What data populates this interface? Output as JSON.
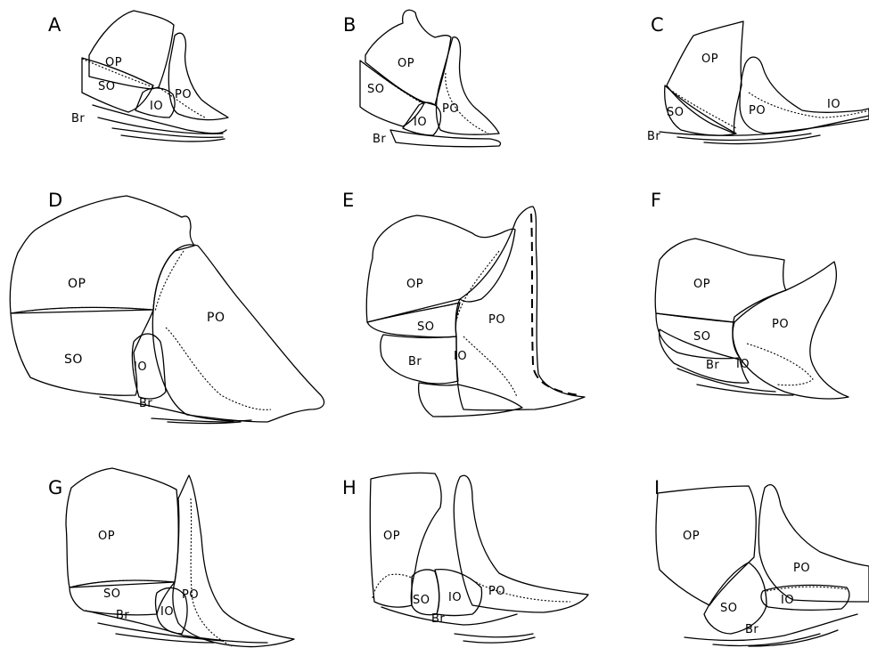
{
  "panels": [
    {
      "letter": "A",
      "labels": {
        "op": "OP",
        "so": "SO",
        "po": "PO",
        "io": "IO",
        "br": "Br"
      }
    },
    {
      "letter": "B",
      "labels": {
        "op": "OP",
        "so": "SO",
        "po": "PO",
        "io": "IO",
        "br": "Br"
      }
    },
    {
      "letter": "C",
      "labels": {
        "op": "OP",
        "so": "SO",
        "po": "PO",
        "io": "IO",
        "br": "Br"
      }
    },
    {
      "letter": "D",
      "labels": {
        "op": "OP",
        "so": "SO",
        "po": "PO",
        "io": "IO",
        "br": "Br"
      }
    },
    {
      "letter": "E",
      "labels": {
        "op": "OP",
        "so": "SO",
        "po": "PO",
        "io": "IO",
        "br": "Br"
      }
    },
    {
      "letter": "F",
      "labels": {
        "op": "OP",
        "so": "SO",
        "po": "PO",
        "io": "IO",
        "br": "Br"
      }
    },
    {
      "letter": "G",
      "labels": {
        "op": "OP",
        "so": "SO",
        "po": "PO",
        "io": "IO",
        "br": "Br"
      }
    },
    {
      "letter": "H",
      "labels": {
        "op": "OP",
        "so": "SO",
        "po": "PO",
        "io": "IO",
        "br": "Br"
      }
    },
    {
      "letter": "I",
      "labels": {
        "op": "OP",
        "so": "SO",
        "po": "PO",
        "io": "IO",
        "br": "Br"
      }
    }
  ]
}
